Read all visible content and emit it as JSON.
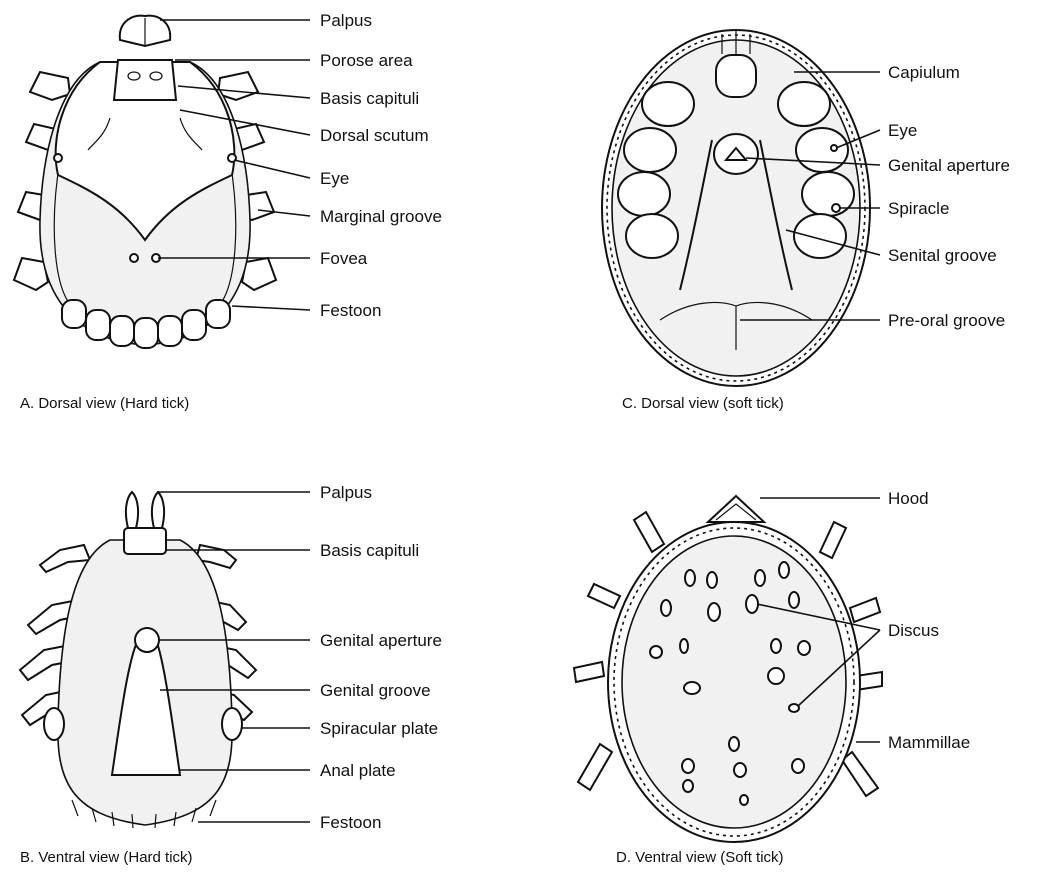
{
  "panels": {
    "a": {
      "caption": "A. Dorsal view (Hard tick)",
      "labels": [
        "Palpus",
        "Porose area",
        "Basis capituli",
        "Dorsal scutum",
        "Eye",
        "Marginal groove",
        "Fovea",
        "Festoon"
      ]
    },
    "b": {
      "caption": "B. Ventral view (Hard tick)",
      "labels": [
        "Palpus",
        "Basis capituli",
        "Genital aperture",
        "Genital groove",
        "Spiracular plate",
        "Anal plate",
        "Festoon"
      ]
    },
    "c": {
      "caption": "C. Dorsal view (soft tick)",
      "labels": [
        "Capiulum",
        "Eye",
        "Genital aperture",
        "Spiracle",
        "Senital groove",
        "Pre-oral groove"
      ]
    },
    "d": {
      "caption": "D. Ventral view (Soft tick)",
      "labels": [
        "Hood",
        "Discus",
        "Mammillae"
      ]
    }
  }
}
